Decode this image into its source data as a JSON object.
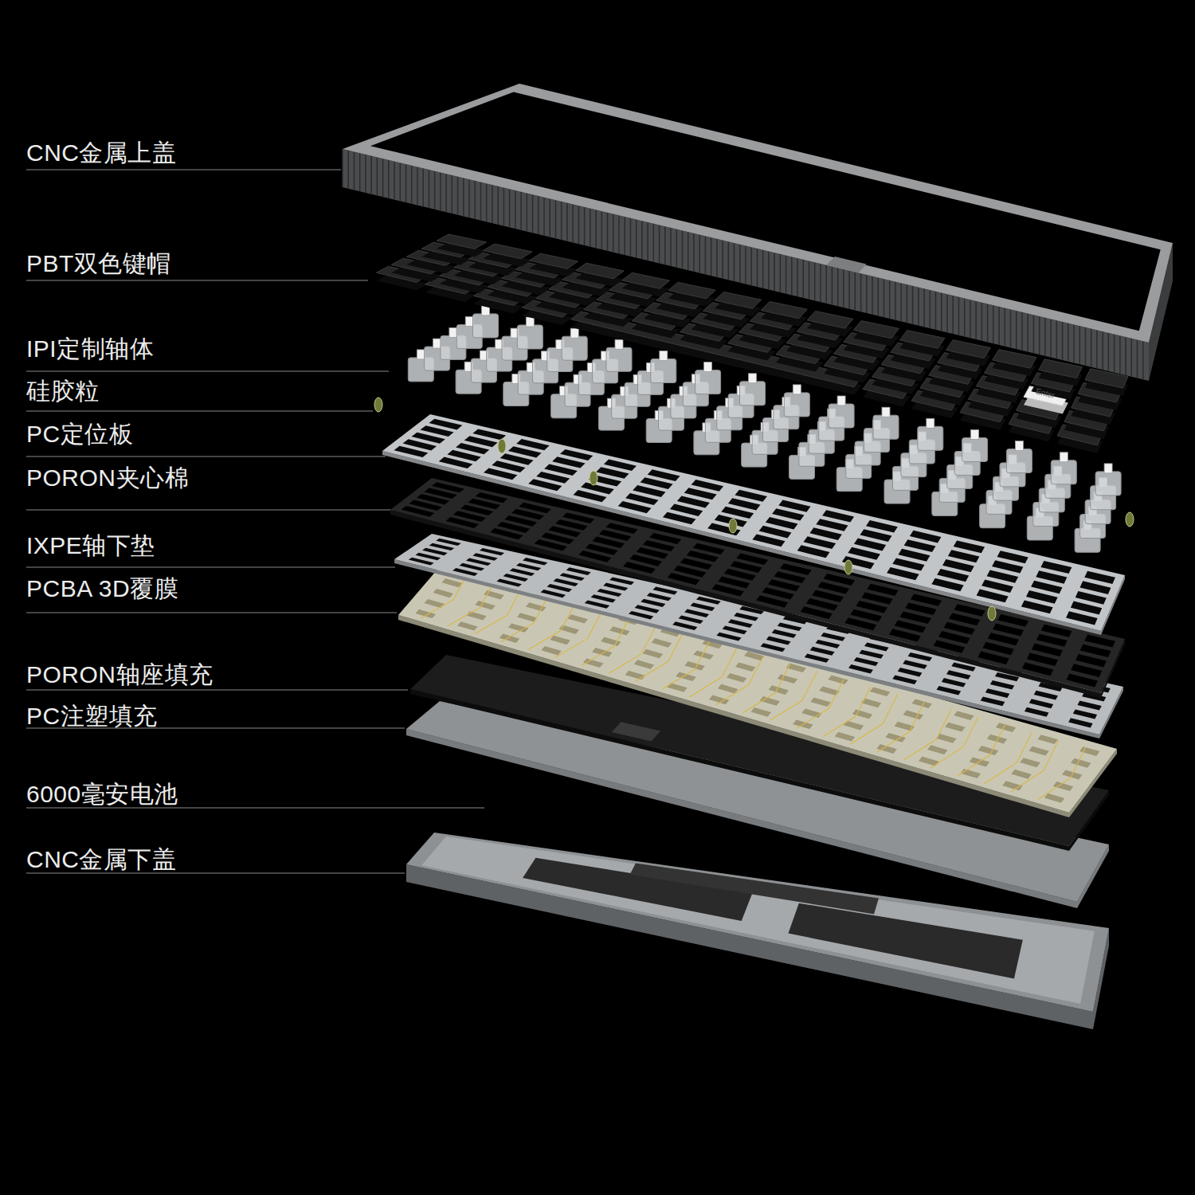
{
  "diagram": {
    "labels": [
      "CNC金属上盖",
      "PBT双色键帽",
      "IPI定制轴体",
      "硅胶粒",
      "PC定位板",
      "PORON夹心棉",
      "IXPE轴下垫",
      "PCBA 3D覆膜",
      "PORON轴座填充",
      "PC注塑填充",
      "6000毫安电池",
      "CNC金属下盖",
      "Enter"
    ]
  }
}
